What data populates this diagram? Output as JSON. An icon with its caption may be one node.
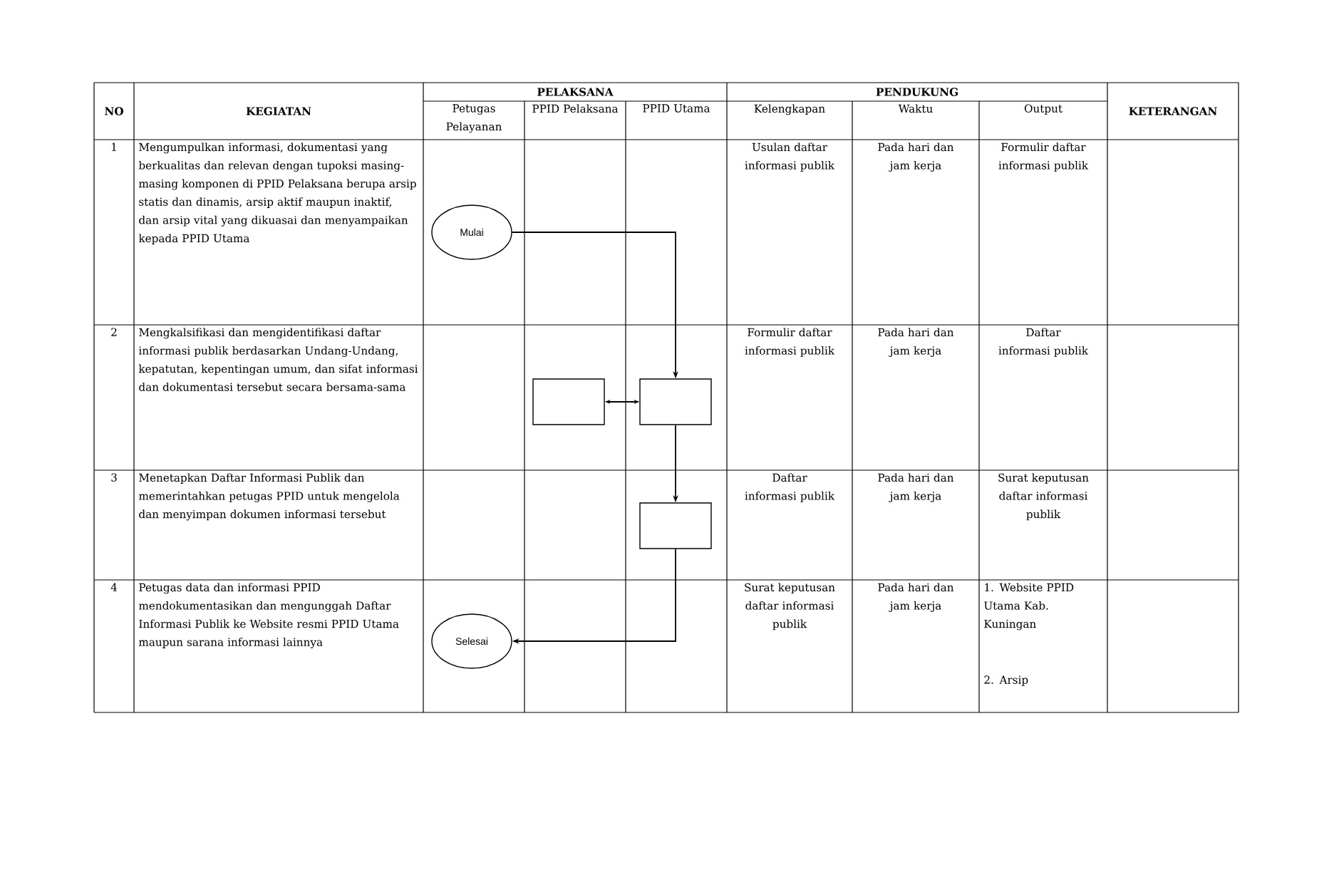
{
  "diagram": {
    "nodes": [
      {
        "text": [
          "Mulai"
        ]
      },
      {
        "text": [],
        "shape": "box"
      },
      {
        "text": [],
        "shape": "box"
      },
      {
        "text": [],
        "shape": "box"
      },
      {
        "text": [
          "Selesai"
        ]
      }
    ],
    "edges": [
      {
        "from": 0,
        "to": 2,
        "arrow": "to"
      },
      {
        "from": 1,
        "to": 2,
        "arrow": "both"
      },
      {
        "from": 2,
        "to": 3,
        "arrow": "to"
      },
      {
        "from": 3,
        "to": 4,
        "arrow": "to"
      }
    ],
    "labels": [
      "NO",
      "KEGIATAN",
      "PELAKSANA",
      "PENDUKUNG",
      "KETERANGAN",
      "Petugas Pelayanan",
      "PPID Pelaksana",
      "PPID Utama",
      "Kelengkapan",
      "Waktu",
      "Output",
      "1",
      "Mengumpulkan informasi, dokumentasi yang berkualitas dan relevan dengan tupoksi masing-masing komponen di PPID Pelaksana berupa arsip statis dan dinamis, arsip aktif maupun inaktif, dan arsip vital yang dikuasai dan menyampaikan kepada PPID Utama",
      "Usulan daftar informasi publik",
      "Pada hari dan jam kerja",
      "Formulir daftar informasi publik",
      "2",
      "Mengkalsifikasi dan mengidentifikasi daftar informasi publik berdasarkan Undang-Undang, kepatutan, kepentingan umum, dan sifat informasi dan dokumentasi tersebut secara bersama-sama",
      "Formulir daftar informasi publik",
      "Pada hari dan jam kerja",
      "Daftar informasi publik",
      "3",
      "Menetapkan Daftar Informasi Publik dan memerintahkan petugas PPID untuk mengelola dan menyimpan dokumen informasi tersebut",
      "Daftar informasi publik",
      "Pada hari dan jam kerja",
      "Surat keputusan daftar informasi publik",
      "4",
      "Petugas data dan informasi PPID mendokumentasikan dan mengunggah Daftar Informasi Publik ke Website resmi PPID Utama maupun sarana informasi lainnya",
      "Surat keputusan daftar informasi publik",
      "Pada hari dan jam kerja",
      "1. Website PPID Utama Kab. Kuningan",
      "2. Arsip"
    ]
  }
}
